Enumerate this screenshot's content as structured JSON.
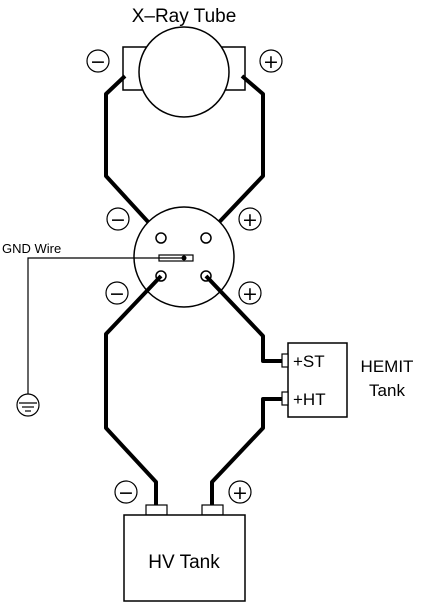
{
  "labels": {
    "xray_tube": "X–Ray Tube",
    "gnd_wire": "GND Wire",
    "hemit_line1": "HEMIT",
    "hemit_line2": "Tank",
    "st": "+ST",
    "ht": "+HT",
    "hv_tank": "HV Tank"
  },
  "signs": {
    "minus": "−",
    "plus": "+"
  },
  "colors": {
    "line": "#000000",
    "background": "#ffffff"
  }
}
